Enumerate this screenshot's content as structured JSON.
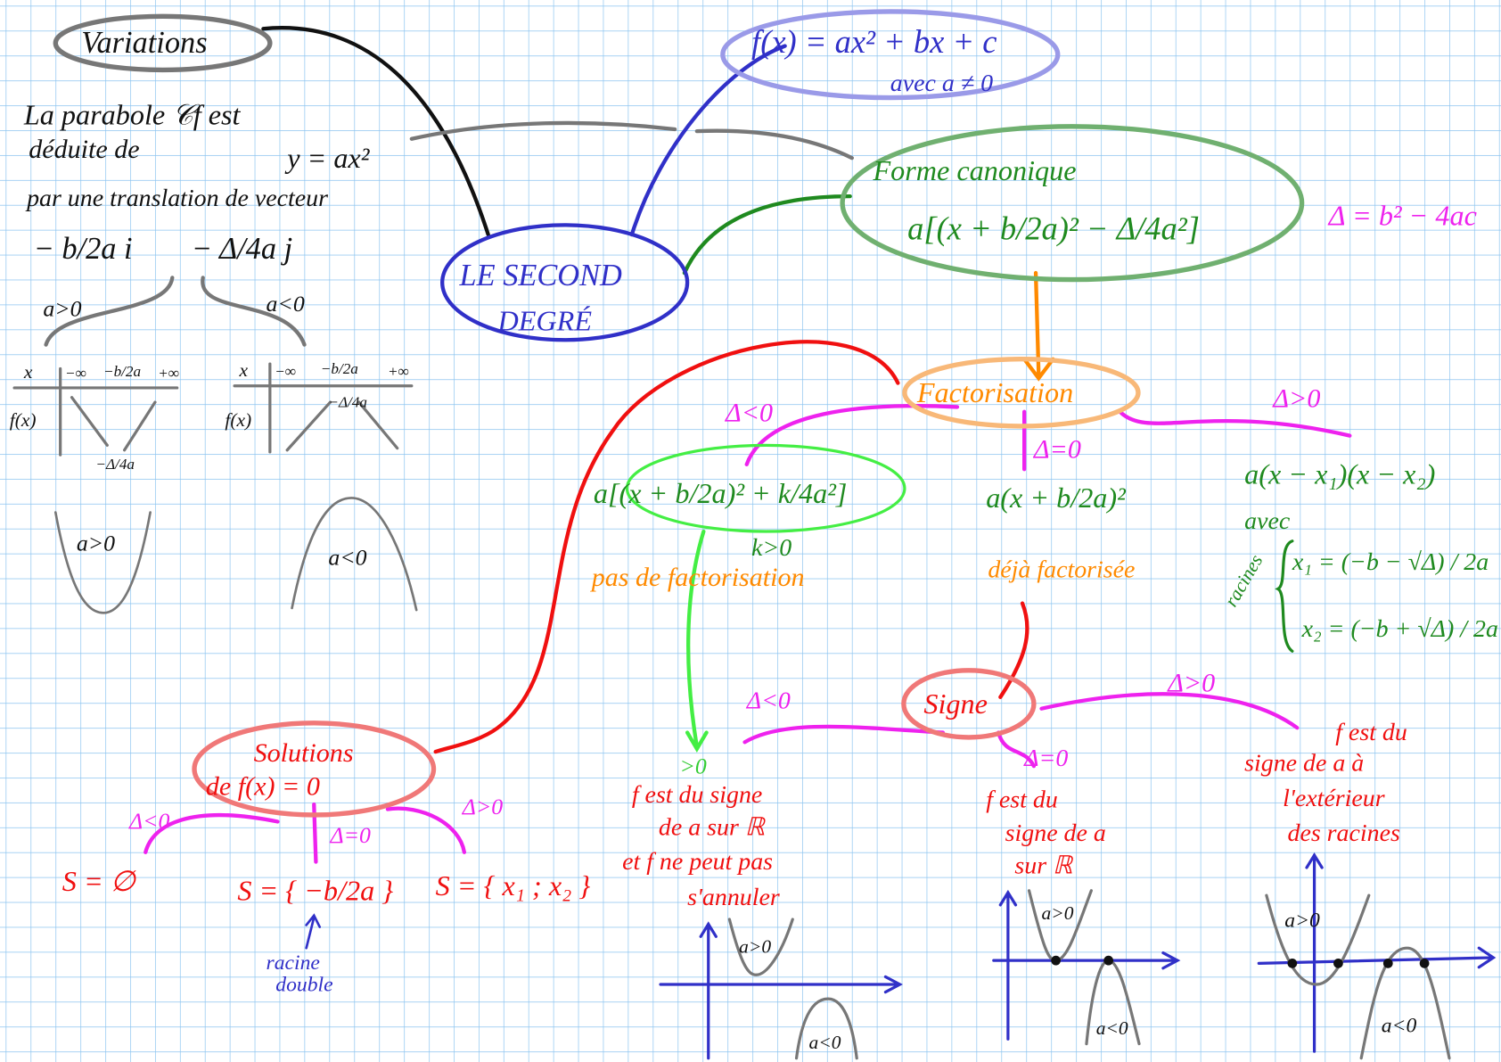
{
  "colors": {
    "grid": "#8cc4f0",
    "blue": "#3030c8",
    "green": "#1f8a1f",
    "red": "#f01010",
    "magenta": "#ee22ee",
    "orange": "#ff8a00",
    "gray": "#777777"
  },
  "center": {
    "line1": "LE SECOND",
    "line2": "DEGRÉ"
  },
  "definition": {
    "formula": "f(x) = ax² + bx + c",
    "condition": "avec a ≠ 0"
  },
  "variations": {
    "title": "Variations",
    "text1": "La parabole 𝒞f est",
    "text2": "déduite de",
    "text2b": "y = ax²",
    "text3": "par une translation de vecteur",
    "vector1": "− b/2a i⃗",
    "vector2": "− Δ/4a j⃗",
    "a_pos": "a>0",
    "a_neg": "a<0",
    "table_x": "x",
    "table_fx": "f(x)",
    "minus_inf": "−∞",
    "plus_inf": "+∞",
    "vertex_x": "−b/2a",
    "vertex_y": "−Δ/4a",
    "curve_pos": "a>0",
    "curve_neg": "a<0"
  },
  "canonical": {
    "title": "Forme canonique",
    "formula": "a[(x + b/2a)² − Δ/4a²]",
    "delta": "Δ = b² − 4ac"
  },
  "factorisation": {
    "title": "Factorisation",
    "neg_label": "Δ<0",
    "neg_formula": "a[(x + b/2a)² + k/4a²]",
    "neg_k": "k>0",
    "neg_note": "pas de factorisation",
    "zero_label": "Δ=0",
    "zero_formula": "a(x + b/2a)²",
    "zero_note": "déjà factorisée",
    "pos_label": "Δ>0",
    "pos_formula": "a(x − x₁)(x − x₂)",
    "pos_avec": "avec",
    "pos_racines": "racines",
    "x1": "x₁ = (−b − √Δ) / 2a",
    "x2": "x₂ = (−b + √Δ) / 2a"
  },
  "signe": {
    "title": "Signe",
    "neg_label": "Δ<0",
    "neg_gt0": ">0",
    "neg_text": [
      "f est du signe",
      "de a sur ℝ",
      "et f ne peut pas",
      "s'annuler"
    ],
    "zero_label": "Δ=0",
    "zero_text": [
      "f est du",
      "signe de a",
      "sur ℝ"
    ],
    "pos_label": "Δ>0",
    "pos_text": [
      "f est du",
      "signe de a à",
      "l'extérieur",
      "des racines"
    ],
    "a_pos": "a>0",
    "a_neg": "a<0"
  },
  "solutions": {
    "title1": "Solutions",
    "title2": "de f(x) = 0",
    "neg_label": "Δ<0",
    "neg_set": "S = ∅",
    "zero_label": "Δ=0",
    "zero_set": "S = { −b/2a }",
    "zero_note1": "racine",
    "zero_note2": "double",
    "pos_label": "Δ>0",
    "pos_set": "S = { x₁ ; x₂ }"
  }
}
